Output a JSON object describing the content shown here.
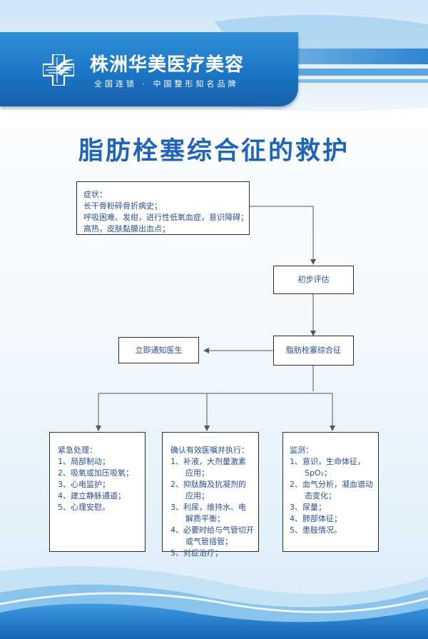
{
  "header": {
    "brand_name": "株洲华美医疗美容",
    "slogan": "全国连锁 · 中国整形知名品牌"
  },
  "title": "脂肪栓塞综合征的救护",
  "flow": {
    "symptoms": [
      "症状：",
      "长干骨粉碎骨折病史；",
      "呼吸困难、发绀，进行性低氧血症，意识障碍；",
      "高热，皮肤黏膜出血点；"
    ],
    "initial_assessment": "初步评估",
    "diagnosis": "脂肪栓塞综合征",
    "notify_doctor": "立即通知医生",
    "emergency": [
      "紧急处理：",
      "1、局部制动；",
      "2、吸氧或加压吸氧；",
      "3、心电监护；",
      "4、建立静脉通道；",
      "5、心理安慰。"
    ],
    "orders": {
      "heading": "确认有效医嘱并执行：",
      "items": [
        "1、补液，大剂量激素",
        "应用；",
        "2、抑肽酶及抗凝剂的",
        "应用；",
        "3、利尿，维持水、电",
        "解质平衡；",
        "4、必要时给与气管切开",
        "或气管插管；",
        "5、对症治疗；"
      ]
    },
    "monitoring": {
      "heading": "监测：",
      "items": [
        "1、意识，生命体征，",
        "SpO₂；",
        "2、血气分析，凝血谱动",
        "态变化；",
        "3、尿量；",
        "4、肺部体征；",
        "5、患肢情况。"
      ]
    }
  },
  "colors": {
    "brand_blue": "#1b73c4",
    "title_blue": "#1f64b8",
    "text_blue": "#2a4f8f",
    "connector_gray": "#555555"
  }
}
